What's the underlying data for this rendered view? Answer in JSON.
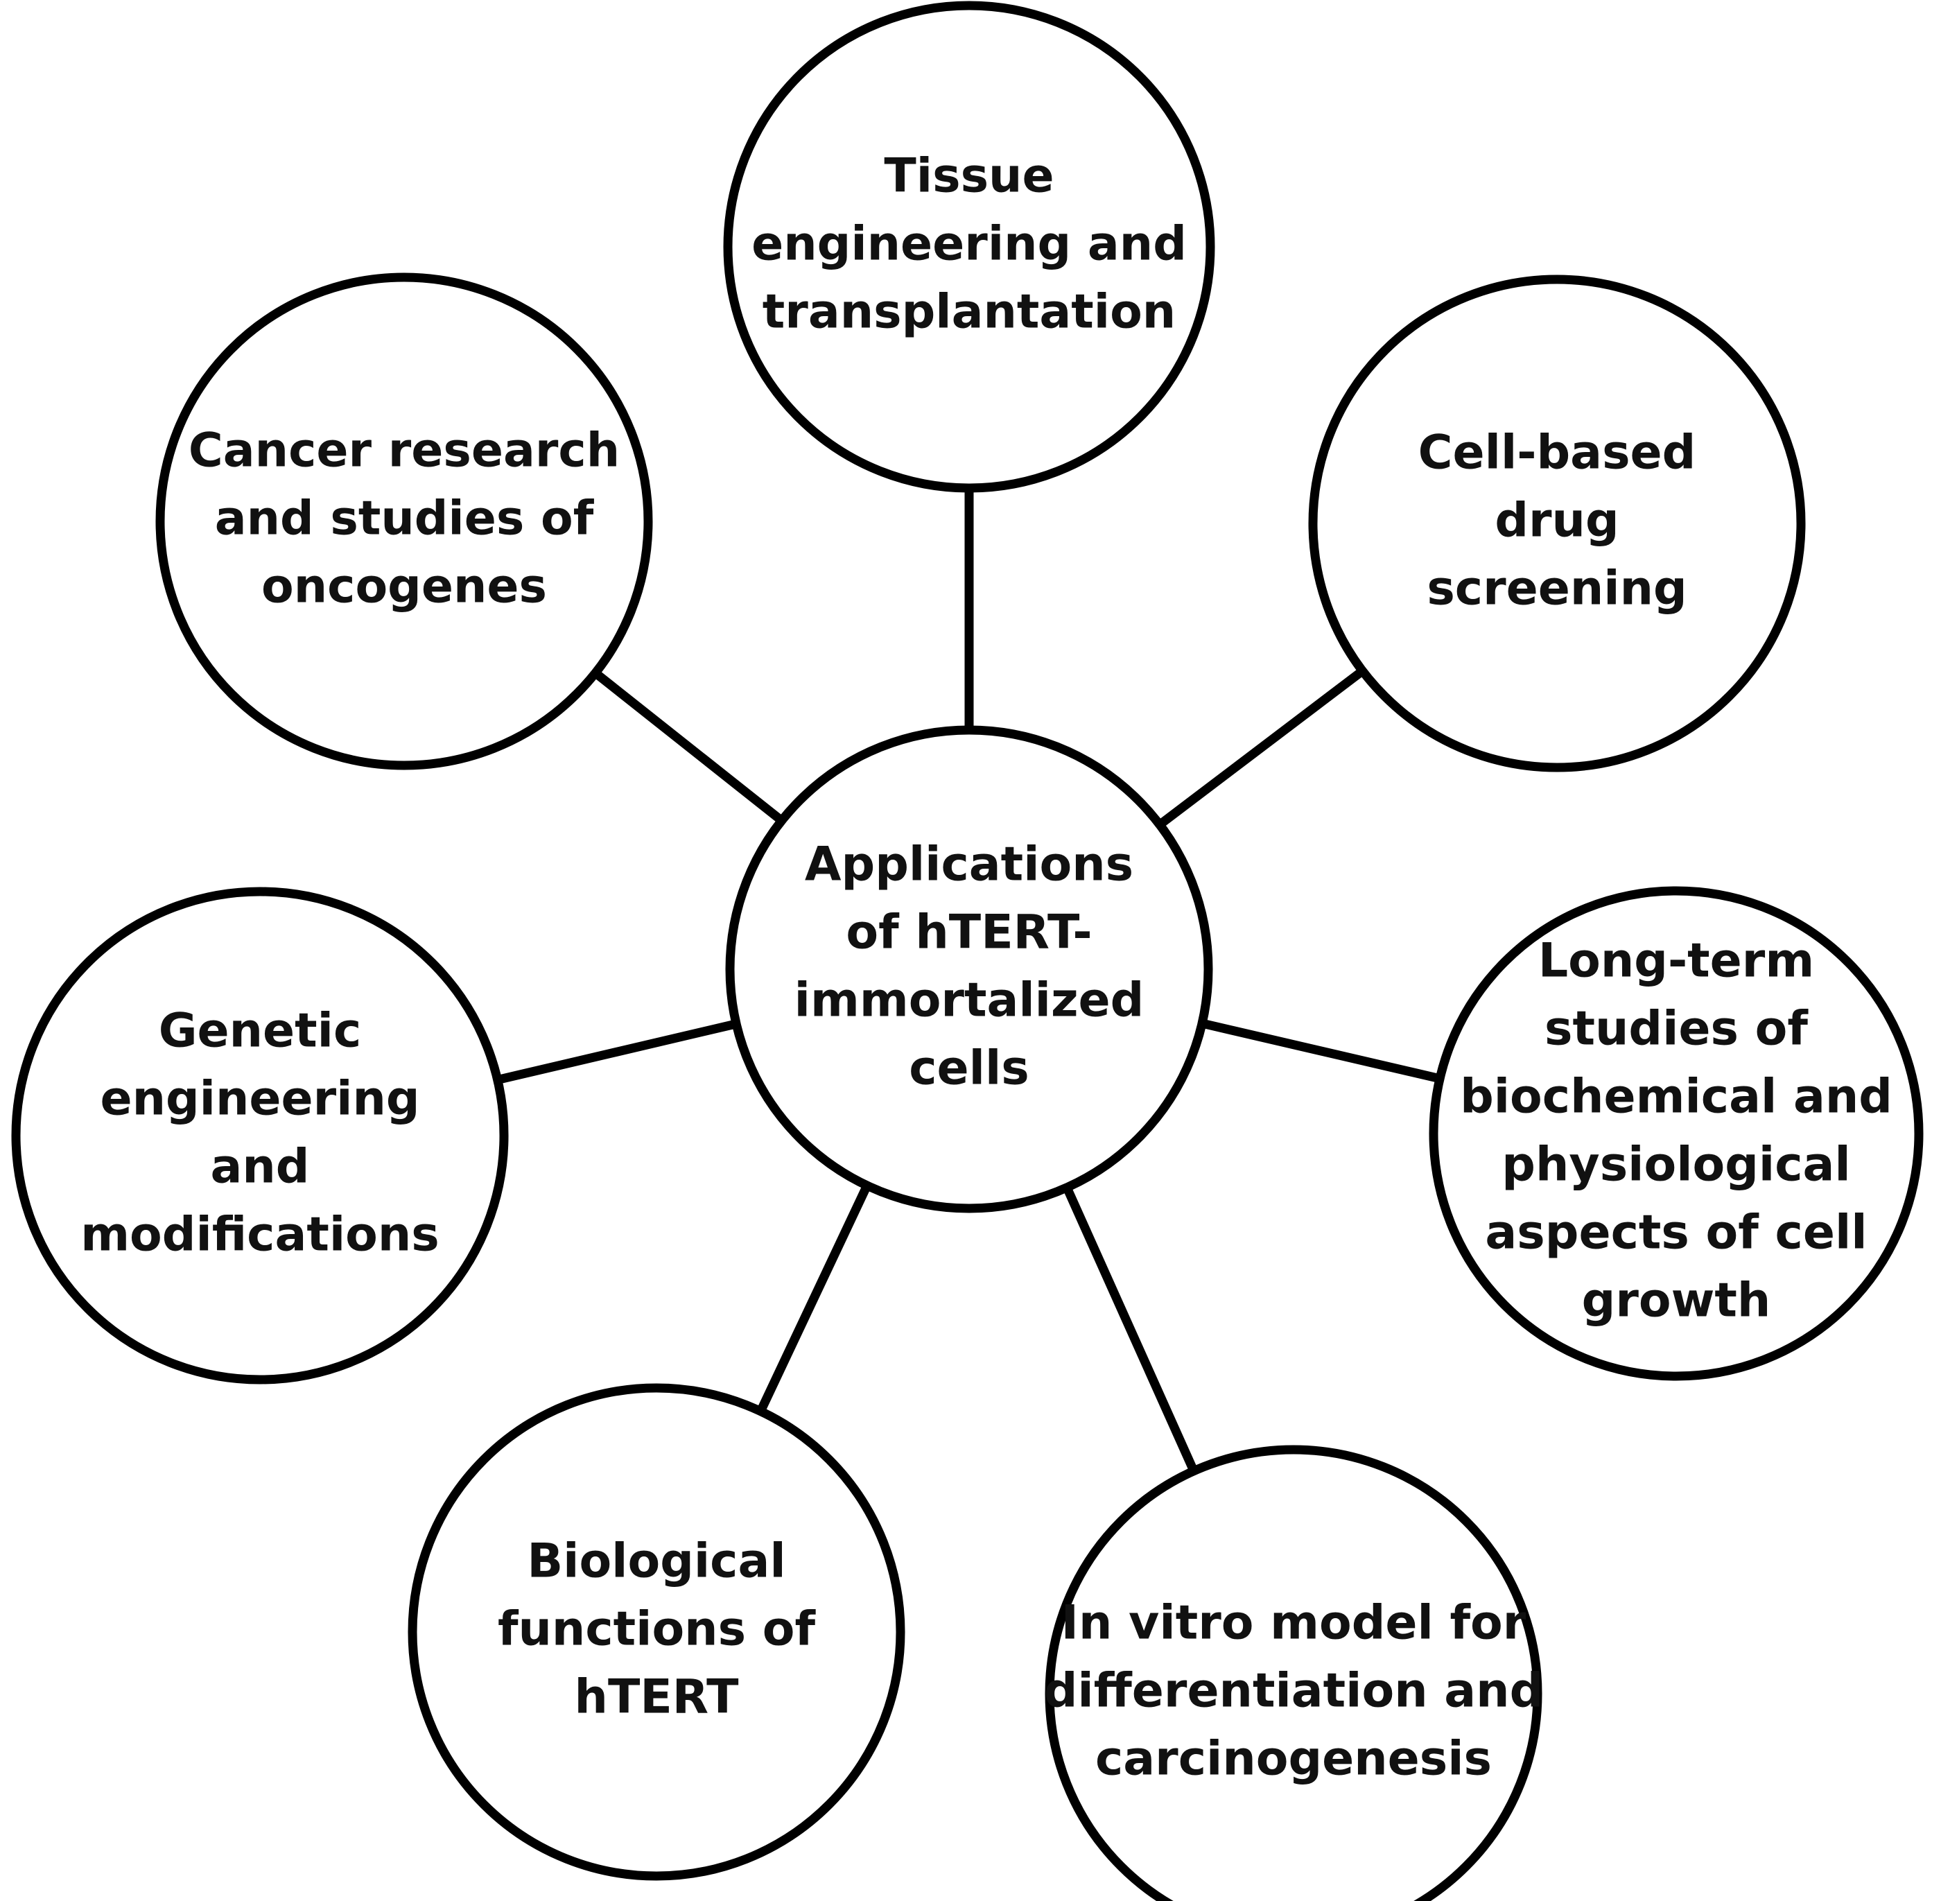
{
  "diagram": {
    "center": {
      "lines": [
        "Applications",
        "of hTERT-",
        "immortalized",
        "cells"
      ]
    },
    "satellites": [
      {
        "id": "tissue",
        "lines": [
          "Tissue",
          "engineering and",
          "transplantation"
        ]
      },
      {
        "id": "cell-based",
        "lines": [
          "Cell-based",
          "drug",
          "screening"
        ]
      },
      {
        "id": "long-term",
        "lines": [
          "Long-term",
          "studies of",
          "biochemical and",
          "physiological",
          "aspects of cell",
          "growth"
        ]
      },
      {
        "id": "in-vitro",
        "lines": [
          "In vitro model for",
          "differentiation and",
          "carcinogenesis"
        ]
      },
      {
        "id": "biological",
        "lines": [
          "Biological",
          "functions of",
          "hTERT"
        ]
      },
      {
        "id": "genetic",
        "lines": [
          "Genetic",
          "engineering",
          "and",
          "modifications"
        ]
      },
      {
        "id": "cancer",
        "lines": [
          "Cancer research",
          "and studies of",
          "oncogenes"
        ]
      }
    ],
    "colors": {
      "stroke": "#000000",
      "fill": "#ffffff",
      "text": "#111111"
    }
  }
}
